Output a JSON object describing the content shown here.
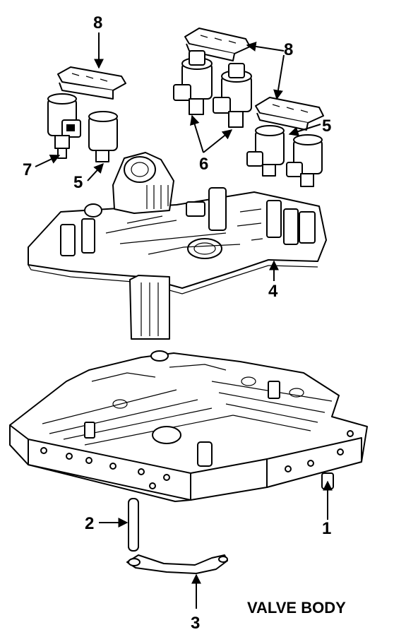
{
  "caption": "VALVE BODY",
  "callouts": {
    "c1": "1",
    "c2": "2",
    "c3": "3",
    "c4": "4",
    "c5a": "5",
    "c5b": "5",
    "c6": "6",
    "c7": "7",
    "c8a": "8",
    "c8b": "8"
  },
  "colors": {
    "ink": "#000000",
    "paper": "#ffffff"
  }
}
